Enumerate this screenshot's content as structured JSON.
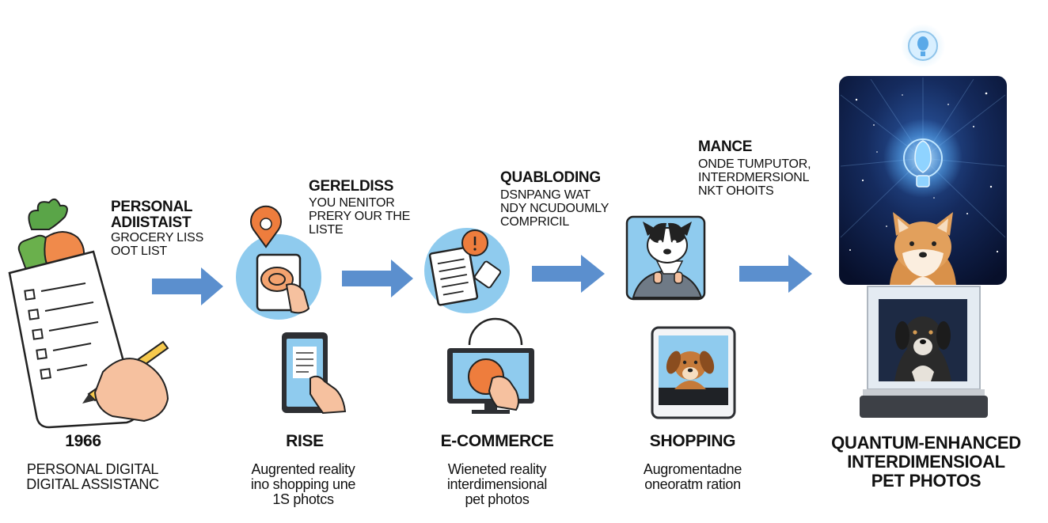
{
  "stages": [
    {
      "top_title": "PERSONAL\nADIISTAIST",
      "top_desc": "GROCERY LISS\nOOT LIST",
      "bottom_title": "1966",
      "bottom_desc": "PERSONAL DIGITAL\nDIGITAL ASSISTANC"
    },
    {
      "top_title": "GERELDISS",
      "top_desc": "YOU NENITOR\nPRERY OUR THE\nLISTE",
      "bottom_title": "RISE",
      "bottom_desc": "Augrented reality\nino shopping une\n1S photcs"
    },
    {
      "top_title": "QUABLODING",
      "top_desc": "DSNPANG WAT\nNDY NCUDOUMLY\nCOMPRICIL",
      "bottom_title": "E-COMMERCE",
      "bottom_desc": "Wieneted reality\ninterdimensional\npet photos"
    },
    {
      "top_title": "MANCE",
      "top_desc": "ONDE TUMPUTOR,\nINTERDMERSIONL\nNKT OHOITS",
      "bottom_title": "SHOPPING",
      "bottom_desc": "Augromentadne\noneoratm ration"
    }
  ],
  "final": {
    "title": "QUANTUM-ENHANCED\nINTERDIMENSIOAL\nPET PHOTOS"
  },
  "colors": {
    "arrow": "#5b8fce",
    "circle_bg": "#8fcbee",
    "accent_orange": "#ee7d3d",
    "space_bg": "#0d1a3d"
  },
  "icons": [
    "grocery-checklist-icon",
    "tablet-touch-icon",
    "location-pin-icon",
    "clipboard-icon",
    "alert-pin-icon",
    "tablet-reading-icon",
    "monitor-touch-icon",
    "dog-video-call-icon",
    "dog-tablet-icon",
    "quantum-bulb-icon",
    "quantum-portal-dog-icon",
    "pet-photo-frame-icon"
  ]
}
